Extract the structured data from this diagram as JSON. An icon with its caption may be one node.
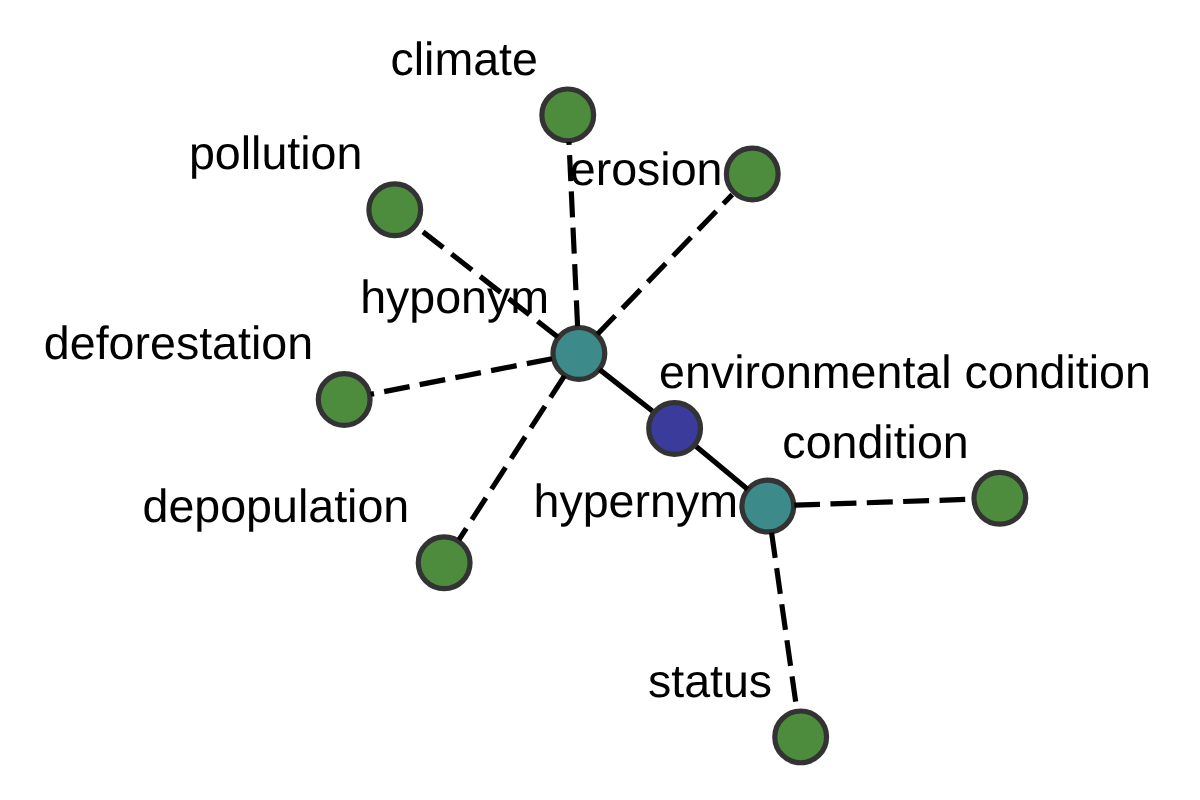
{
  "diagram": {
    "nodes": [
      {
        "text": [],
        "shape": "circle",
        "beside": [
          "pollution"
        ]
      },
      {
        "text": [],
        "shape": "circle",
        "beside": [
          "erosion"
        ]
      },
      {
        "text": [],
        "shape": "circle",
        "beside": [
          "depopulation"
        ]
      },
      {
        "text": [],
        "shape": "circle",
        "beside": [
          "hyponym"
        ]
      },
      {
        "text": [],
        "shape": "circle",
        "beside": [
          "environmental condition"
        ]
      },
      {
        "text": [],
        "shape": "circle",
        "beside": [
          "climate"
        ]
      },
      {
        "text": [],
        "shape": "circle",
        "beside": [
          "deforestation"
        ]
      },
      {
        "text": [],
        "shape": "circle",
        "beside": [
          "hypernym"
        ]
      },
      {
        "text": [],
        "shape": "circle",
        "beside": [
          "status"
        ]
      },
      {
        "text": [],
        "shape": "circle",
        "beside": [
          "condition"
        ]
      }
    ],
    "edges": [
      {
        "from": 4,
        "to": 7,
        "arrow": "none"
      },
      {
        "from": 4,
        "to": 3,
        "arrow": "none"
      },
      {
        "from": 7,
        "to": 8,
        "arrow": "none",
        "style": "dashed"
      },
      {
        "from": 7,
        "to": 9,
        "arrow": "none",
        "style": "dashed"
      },
      {
        "from": 3,
        "to": 0,
        "arrow": "none",
        "style": "dashed"
      },
      {
        "from": 3,
        "to": 1,
        "arrow": "none",
        "style": "dashed"
      },
      {
        "from": 3,
        "to": 2,
        "arrow": "none",
        "style": "dashed"
      },
      {
        "from": 3,
        "to": 5,
        "arrow": "none",
        "style": "dashed"
      },
      {
        "from": 3,
        "to": 6,
        "arrow": "none",
        "style": "dashed"
      }
    ]
  }
}
